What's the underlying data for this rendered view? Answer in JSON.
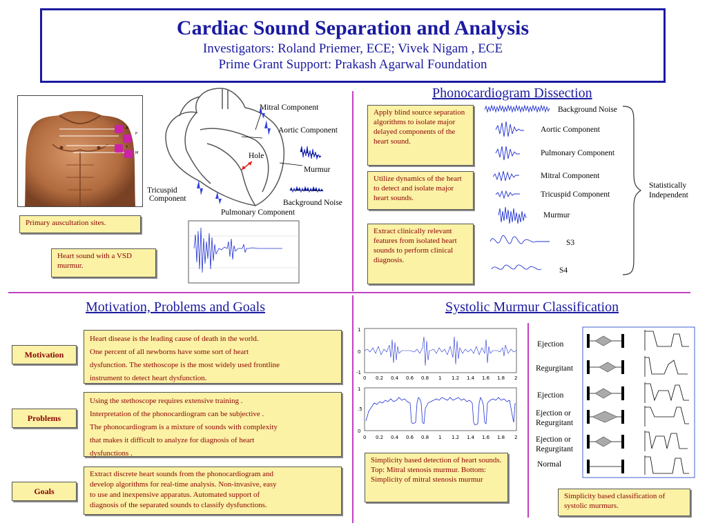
{
  "header": {
    "title": "Cardiac Sound Separation and Analysis",
    "investigators": "Investigators: Roland Priemer, ECE; Vivek Nigam , ECE",
    "grant": "Prime Grant Support: Prakash Agarwal Foundation"
  },
  "heart": {
    "mitral": "Mitral Component",
    "aortic": "Aortic Component",
    "hole": "Hole",
    "murmur": "Murmur",
    "tricuspid": "Tricuspid\n Component",
    "background": "Background Noise",
    "pulmonary": "Pulmonary Component"
  },
  "auscultation": {
    "caption": "Primary auscultation sites.",
    "site_letters": [
      "A",
      "P",
      "T",
      "M"
    ]
  },
  "vsd_caption": "Heart sound with a VSD murmur.",
  "dissection": {
    "title": "Phonocardiogram Dissection",
    "box1": "Apply blind source separation algorithms to isolate major delayed components of the heart sound.",
    "box2": "Utilize dynamics of the heart to detect and isolate major heart sounds.",
    "box3": "Extract clinically relevant features from isolated heart sounds to perform clinical diagnosis.",
    "components": [
      "Background Noise",
      "Aortic Component",
      "Pulmonary Component",
      "Mitral Component",
      "Tricuspid Component",
      "Murmur",
      "S3",
      "S4"
    ],
    "brace_label": "Statistically\nIndependent"
  },
  "motivation": {
    "title": "Motivation, Problems and Goals",
    "motivation_label": "Motivation",
    "motivation_lines": [
      "Heart disease is the leading cause of death in the world.",
      "One percent of all newborns have some sort of heart",
      "dysfunction. The stethoscope is the most widely used frontline",
      "instrument to detect heart dysfunction."
    ],
    "problems_label": "Problems",
    "problems_lines": [
      "Using the stethoscope requires extensive training .",
      "Interpretation of the phonocardiogram can be subjective .",
      "The phonocardiogram is a mixture of sounds with complexity",
      "that makes it difficult to analyze for diagnosis of heart",
      "dysfunctions ."
    ],
    "goals_label": "Goals",
    "goals_lines": [
      "Extract discrete heart sounds from the phonocardiogram and",
      "develop algorithms for real-time analysis. Non-invasive, easy",
      "to use and inexpensive apparatus. Automated support of",
      "diagnosis of the separated sounds to classify dysfunctions."
    ]
  },
  "systolic": {
    "title": "Systolic Murmur Classification",
    "top_plot_yticks": [
      "1",
      "0",
      "-1"
    ],
    "bottom_plot_yticks": [
      "1",
      ".5",
      "0"
    ],
    "xticks": [
      "0",
      "0.2",
      "0.4",
      "0.6",
      "0.8",
      "1",
      "1.2",
      "1.4",
      "1.6",
      "1.8",
      "2"
    ],
    "plot_caption": "Simplicity based detection of heart sounds. Top: Mitral stenosis murmur. Bottom: Simplicity of mitral stenosis murmur",
    "classes": [
      "Ejection",
      "Regurgitant",
      "Ejection",
      "Ejection or\nRegurgitant",
      "Ejection or\nRegurgitant",
      "Normal"
    ],
    "classification_caption": "Simplicity based classification of systolic murmurs."
  }
}
